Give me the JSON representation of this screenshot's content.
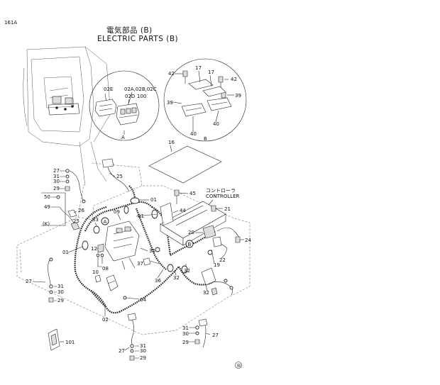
{
  "page_number": "161A",
  "title_jp": "電気部品 (B)",
  "title_en": "ELECTRIC PARTS (B)",
  "view_labels": [
    "A",
    "B",
    "A",
    "B"
  ],
  "controller_label_jp": "コントローラ",
  "controller_label_en": "CONTROLLER",
  "bracket_label": "(K)",
  "copyright_mark": "®",
  "callouts": {
    "c02e": "02E",
    "c02abc": "02A,02B,02C",
    "c02d": "02D",
    "c100": "100",
    "b42l": "42",
    "b17a": "17",
    "b17b": "17",
    "b42r": "42",
    "b39l": "39",
    "b39r": "39",
    "b40l": "40",
    "b40r": "40",
    "c16": "16",
    "c27a": "27",
    "c31a": "31",
    "c30a": "30",
    "c29a": "29",
    "c25a": "25",
    "c45": "45",
    "c50": "50",
    "c49": "49",
    "c26": "26",
    "c01a": "01",
    "c01b": "01",
    "c09": "09",
    "c33": "33",
    "c44": "44",
    "c21": "21",
    "c20": "20",
    "c24": "24",
    "c12": "12",
    "c01c": "01",
    "c35": "35",
    "c22": "22",
    "c19": "19",
    "c08": "08",
    "c37": "37",
    "c32a": "32",
    "c32b": "32",
    "c32c": "32",
    "c10": "10",
    "c36": "36",
    "c27b": "27",
    "c31b": "31",
    "c30b": "30",
    "c29b": "29",
    "c04": "04",
    "c02": "02",
    "c101": "101",
    "c31c": "31",
    "c30c": "30",
    "c29c": "29",
    "c27c": "27",
    "c31d": "31",
    "c27d": "27",
    "c30d": "30",
    "c29d": "29",
    "c25b": "25"
  }
}
